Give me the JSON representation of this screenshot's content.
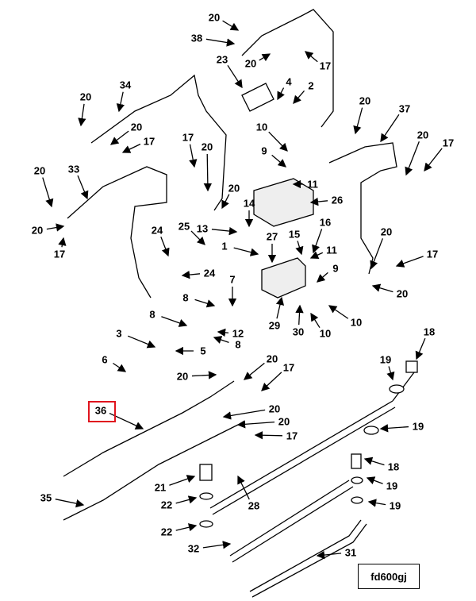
{
  "diagram_code": "fd600gj",
  "highlighted_callout": "36",
  "highlight_color": "#e0141e",
  "callouts": [
    "20",
    "38",
    "20",
    "17",
    "23",
    "4",
    "2",
    "34",
    "20",
    "20",
    "17",
    "10",
    "20",
    "37",
    "20",
    "17",
    "9",
    "17",
    "20",
    "11",
    "20",
    "14",
    "26",
    "20",
    "33",
    "13",
    "20",
    "17",
    "24",
    "25",
    "16",
    "15",
    "27",
    "1",
    "11",
    "9",
    "20",
    "17",
    "24",
    "7",
    "20",
    "8",
    "8",
    "12",
    "8",
    "29",
    "30",
    "10",
    "10",
    "3",
    "5",
    "6",
    "20",
    "17",
    "20",
    "18",
    "19",
    "36",
    "20",
    "20",
    "17",
    "19",
    "18",
    "21",
    "19",
    "28",
    "22",
    "19",
    "35",
    "22",
    "32",
    "31"
  ]
}
